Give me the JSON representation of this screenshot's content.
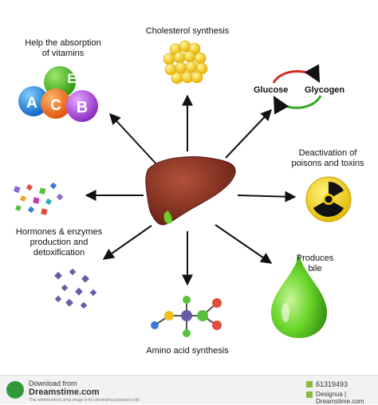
{
  "labels": {
    "vitamins": [
      "Help the absorption",
      "of vitamins"
    ],
    "cholesterol": "Cholesterol synthesis",
    "glucose": "Glucose",
    "glycogen": "Glycogen",
    "deactivation": [
      "Deactivation of",
      "poisons and toxins"
    ],
    "hormones": [
      "Hormones & enzymes",
      "production and",
      "detoxification"
    ],
    "bile": [
      "Produces",
      "bile"
    ],
    "amino": "Amino acid synthesis",
    "vitamin_letters": [
      "E",
      "A",
      "C",
      "B"
    ]
  },
  "footer": {
    "download_from": "Download from",
    "site": "Dreamstime.com",
    "note": "This watermarked comp image is for previewing purposes only.",
    "id_number": "61319493",
    "credit": "Designua | Dreamstime.com"
  },
  "colors": {
    "liver": "#7a2a1c",
    "gallbladder": "#6ccf2a",
    "cycle_red": "#d42b1e",
    "cycle_green": "#3aa52c",
    "bile_green": "#5fcc20",
    "hazard_yellow": "#f5d000",
    "fat_yellow": "#f6d21a"
  }
}
